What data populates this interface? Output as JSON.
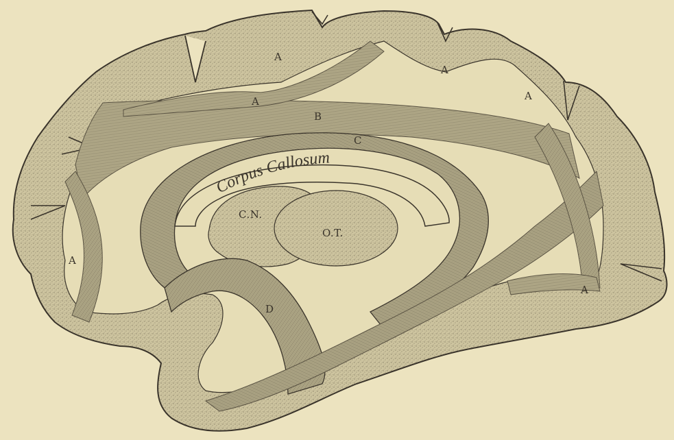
{
  "labels": {
    "association_a": "A",
    "association_b": "B",
    "association_c": "C",
    "association_d": "D",
    "corpus_callosum": "Corpus Callosum",
    "caudate_nucleus": "C.N.",
    "optic_thalamus": "O.T."
  },
  "colors": {
    "paper": "#ece3bf",
    "cortex": "#c9c09a",
    "fiber": "#b3ab88",
    "fiber_dark": "#7d7560",
    "ink": "#3a342b",
    "nucleus": "#cfc6a0"
  }
}
